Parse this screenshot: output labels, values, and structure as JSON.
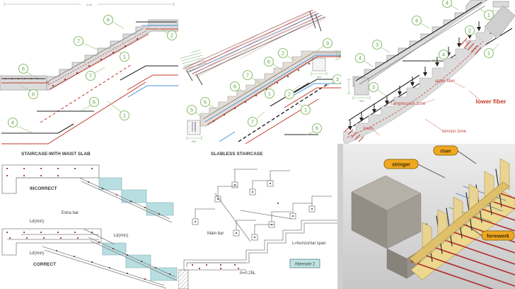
{
  "waist_cad": {
    "dim_top": "4.40",
    "callouts": [
      "6",
      "7",
      "1",
      "2",
      "6",
      "6",
      "7",
      "6",
      "4",
      "1"
    ]
  },
  "slabless_cad": {
    "callouts": [
      "3",
      "2",
      "6",
      "7",
      "6",
      "1",
      "2",
      "3",
      "6",
      "5",
      "1",
      "7",
      "6"
    ],
    "dim_beam_width": "500",
    "dim_beam_height": "100",
    "dim_bottom_beam": "300"
  },
  "bending_cad": {
    "callouts": [
      "4",
      "1",
      "4",
      "2",
      "3",
      "4",
      "4",
      "1",
      "3"
    ],
    "dim_slab": "100",
    "dim_support": "300",
    "labels": {
      "upper_fiber": "upper fiber",
      "lower_fiber": "lower fiber",
      "compression_zone": "compression zone",
      "tension_zone": "tension zone",
      "loads": "loads"
    }
  },
  "waist_detail": {
    "title": "STAIRCASE-WITH WAIST SLAB",
    "incorrect": "INCORRECT",
    "correct": "CORRECT",
    "extra_bar": "Extra bar",
    "ld_min": "Ld(min)"
  },
  "slabless_detail": {
    "title": "SLABLESS STAIRCASE",
    "main_bar": "Main bar",
    "span": "L=horizontal span",
    "alternate": "Alternate 2",
    "a_dim": "A=0.25L"
  },
  "formwork": {
    "riser": "riser",
    "stringer": "stringer",
    "formwork": "formwork"
  },
  "palette": {
    "callout_green": "#6fae54",
    "rebar_red": "#c0392b",
    "rebar_blue": "#4a90d9",
    "step_teal": "#b7dfe2",
    "label_red": "#c4443a",
    "pill_yellow": "#f0a822",
    "concrete_gray": "#dcdcdc"
  }
}
